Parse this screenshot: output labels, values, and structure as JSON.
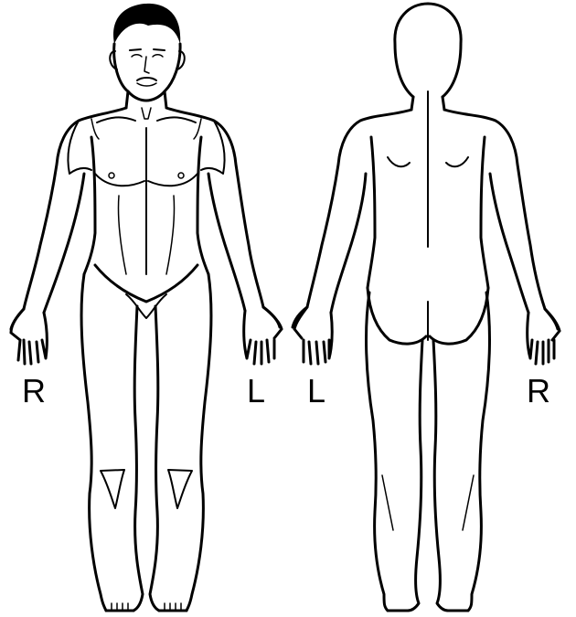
{
  "diagram": {
    "front_view": {
      "label_right_side": "R",
      "label_left_side": "L"
    },
    "back_view": {
      "label_left_side": "L",
      "label_right_side": "R"
    }
  }
}
